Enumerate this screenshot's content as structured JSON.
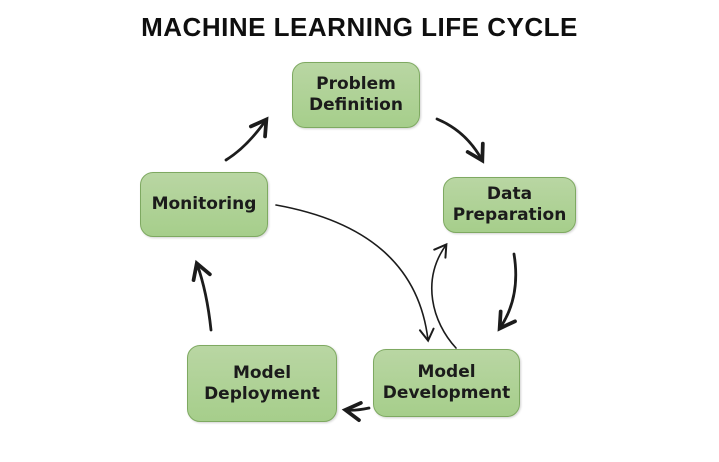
{
  "title": "MACHINE LEARNING LIFE CYCLE",
  "colors": {
    "background": "#ffffff",
    "box_fill_top": "#b9d6a3",
    "box_fill_bottom": "#a6ce8b",
    "box_border": "#7ea961",
    "box_text": "#1b1b1b",
    "arrow": "#1c1c1c",
    "title_text": "#0f0f0f"
  },
  "nodes": [
    {
      "id": "problem-definition",
      "label": "Problem\nDefinition"
    },
    {
      "id": "data-preparation",
      "label": "Data\nPreparation"
    },
    {
      "id": "monitoring",
      "label": "Monitoring"
    },
    {
      "id": "model-deployment",
      "label": "Model\nDeployment"
    },
    {
      "id": "model-development",
      "label": "Model\nDevelopment"
    }
  ],
  "edges": [
    {
      "from": "Monitoring",
      "to": "Problem Definition",
      "style": "thick"
    },
    {
      "from": "Problem Definition",
      "to": "Data Preparation",
      "style": "thick"
    },
    {
      "from": "Data Preparation",
      "to": "Model Development",
      "style": "thick"
    },
    {
      "from": "Model Development",
      "to": "Model Deployment",
      "style": "thick"
    },
    {
      "from": "Model Deployment",
      "to": "Monitoring",
      "style": "thick"
    },
    {
      "from": "Monitoring",
      "to": "Model Development",
      "style": "thin"
    },
    {
      "from": "Model Development",
      "to": "Data Preparation",
      "style": "thin"
    }
  ]
}
